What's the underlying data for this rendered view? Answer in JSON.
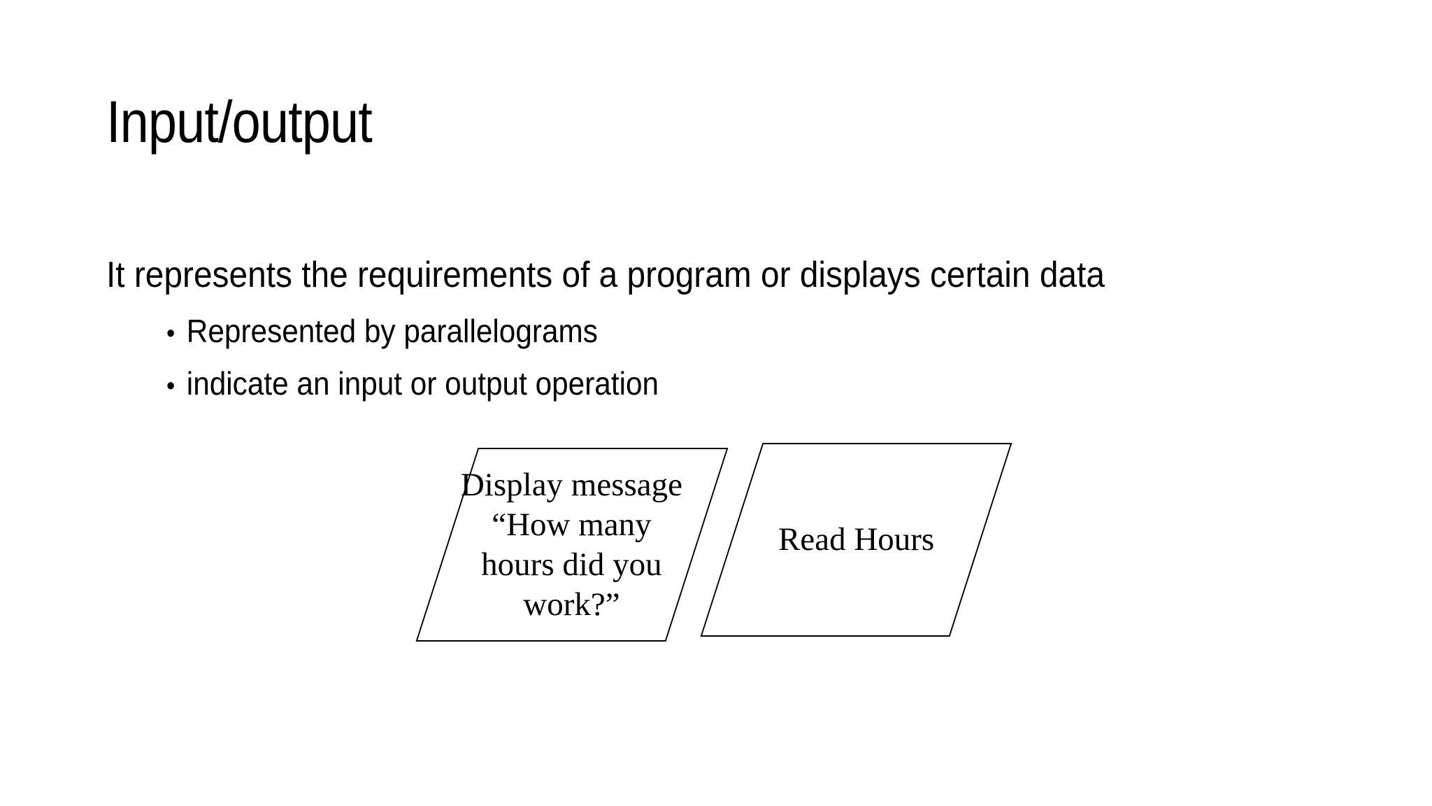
{
  "slide": {
    "title": "Input/output",
    "body_text": "It represents the requirements of a program or displays certain data",
    "bullet_marker": "•",
    "bullets": [
      "Represented by parallelograms",
      "indicate an input or output operation"
    ],
    "shapes": [
      {
        "type": "parallelogram",
        "text": "Display message\n“How many\nhours did you\nwork?”"
      },
      {
        "type": "parallelogram",
        "text": "Read Hours"
      }
    ],
    "colors": {
      "background": "#ffffff",
      "text": "#000000",
      "shape_border": "#000000",
      "shape_fill": "#ffffff"
    }
  }
}
